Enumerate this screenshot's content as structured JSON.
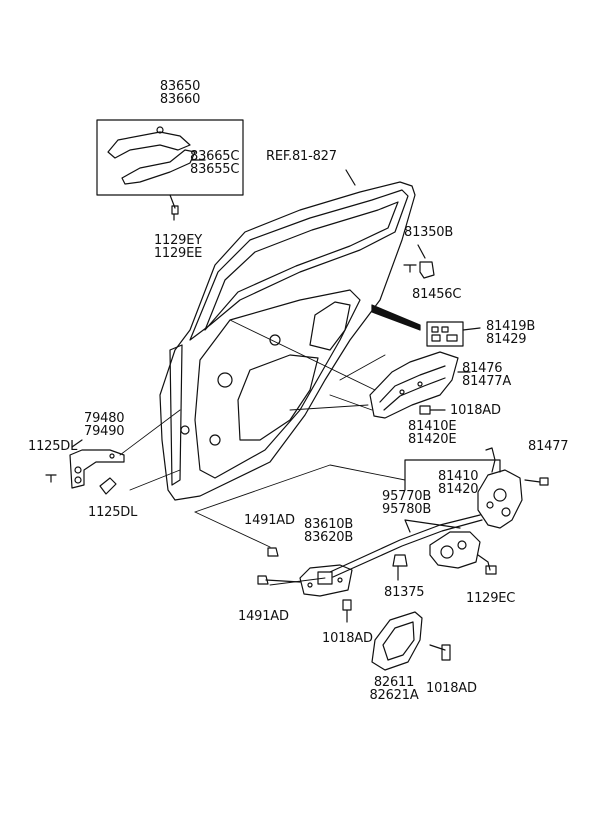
{
  "colors": {
    "line": "#111111",
    "background": "#ffffff"
  },
  "labels": {
    "handle_cover": [
      "83650",
      "83660"
    ],
    "cover_sub": [
      "83665C",
      "83655C"
    ],
    "cover_bolt": [
      "1129EY",
      "1129EE"
    ],
    "ref": "REF.81-827",
    "bolt_81350b": "81350B",
    "clip_81456c": "81456C",
    "module": [
      "81419B",
      "81429"
    ],
    "panel": [
      "81476",
      "81477A"
    ],
    "panel_bolt": "1018AD",
    "latch_assy": [
      "81410E",
      "81420E"
    ],
    "checker": [
      "79480",
      "79490"
    ],
    "checker_bolt_top": "1125DL",
    "checker_bolt_bottom": "1125DL",
    "bolt_81477": "81477",
    "latch": [
      "81410",
      "81420"
    ],
    "rod": [
      "95770B",
      "95780B"
    ],
    "inner_handle_bolt_top": "1491AD",
    "inner_handle": [
      "83610B",
      "83620B"
    ],
    "inner_handle_bolt_left": "1491AD",
    "clip_81375": "81375",
    "actuator_bolt": "1129EC",
    "inner_handle_bolt_bottom": "1018AD",
    "cover_handle": [
      "82611",
      "82621A"
    ],
    "cover_handle_bolt": "1018AD"
  }
}
